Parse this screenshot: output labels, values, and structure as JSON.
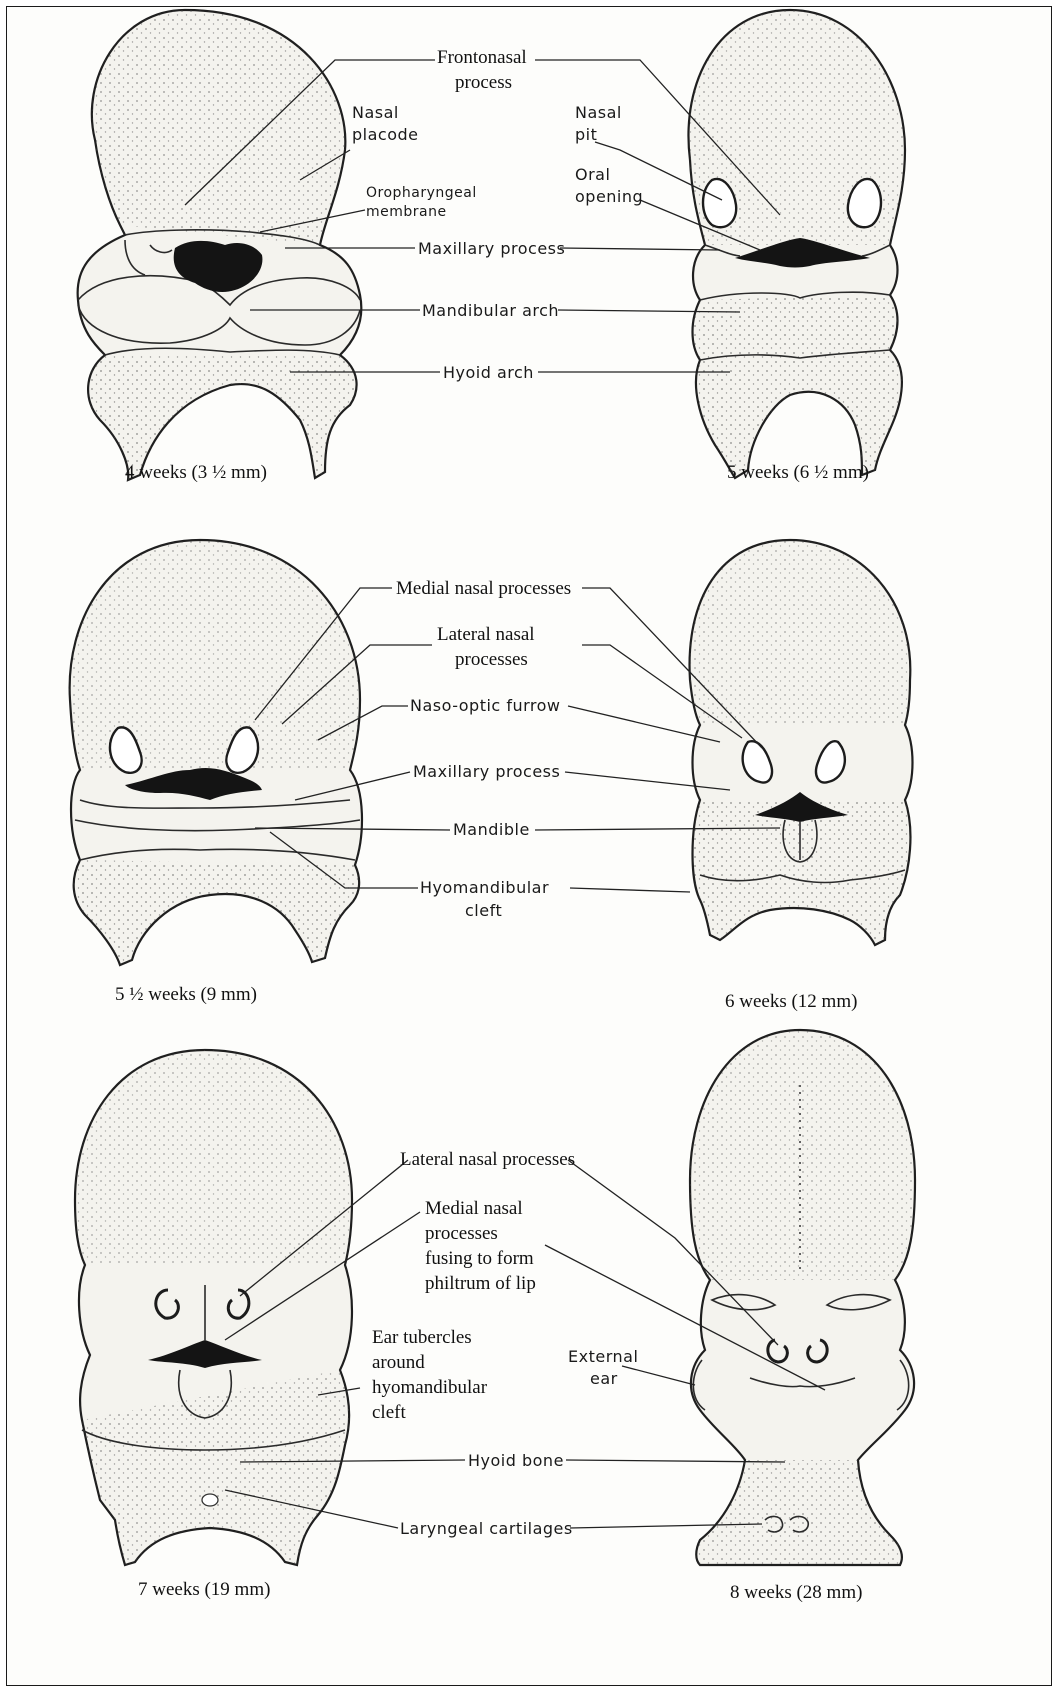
{
  "panels": [
    {
      "caption": "4 weeks (3 ½ mm)"
    },
    {
      "caption": "5 weeks (6 ½ mm)"
    },
    {
      "caption": "5 ½ weeks (9 mm)"
    },
    {
      "caption": "6 weeks (12 mm)"
    },
    {
      "caption": "7 weeks (19 mm)"
    },
    {
      "caption": "8 weeks (28 mm)"
    }
  ],
  "labels": {
    "frontonasal_process": [
      "Frontonasal",
      "process"
    ],
    "nasal_placode": [
      "Nasal",
      "placode"
    ],
    "oropharyngeal_membrane": [
      "Oropharyngeal",
      "membrane"
    ],
    "nasal_pit": [
      "Nasal",
      "pit"
    ],
    "oral_opening": [
      "Oral",
      "opening"
    ],
    "maxillary_process_1": "Maxillary process",
    "mandibular_arch": "Mandibular arch",
    "hyoid_arch": "Hyoid arch",
    "medial_nasal_processes_1": "Medial nasal processes",
    "lateral_nasal_processes_1": [
      "Lateral nasal",
      "processes"
    ],
    "naso_optic_furrow": "Naso-optic furrow",
    "maxillary_process_2": "Maxillary process",
    "mandible": "Mandible",
    "hyomandibular_cleft": [
      "Hyomandibular",
      "cleft"
    ],
    "lateral_nasal_processes_2": "Lateral nasal processes",
    "medial_nasal_processes_2": [
      "Medial nasal",
      "processes",
      "fusing to form",
      "philtrum of lip"
    ],
    "ear_tubercles": [
      "Ear tubercles",
      "around",
      "hyomandibular",
      "cleft"
    ],
    "external_ear": [
      "External",
      "ear"
    ],
    "hyoid_bone": "Hyoid bone",
    "laryngeal_cartilages": "Laryngeal cartilages"
  }
}
